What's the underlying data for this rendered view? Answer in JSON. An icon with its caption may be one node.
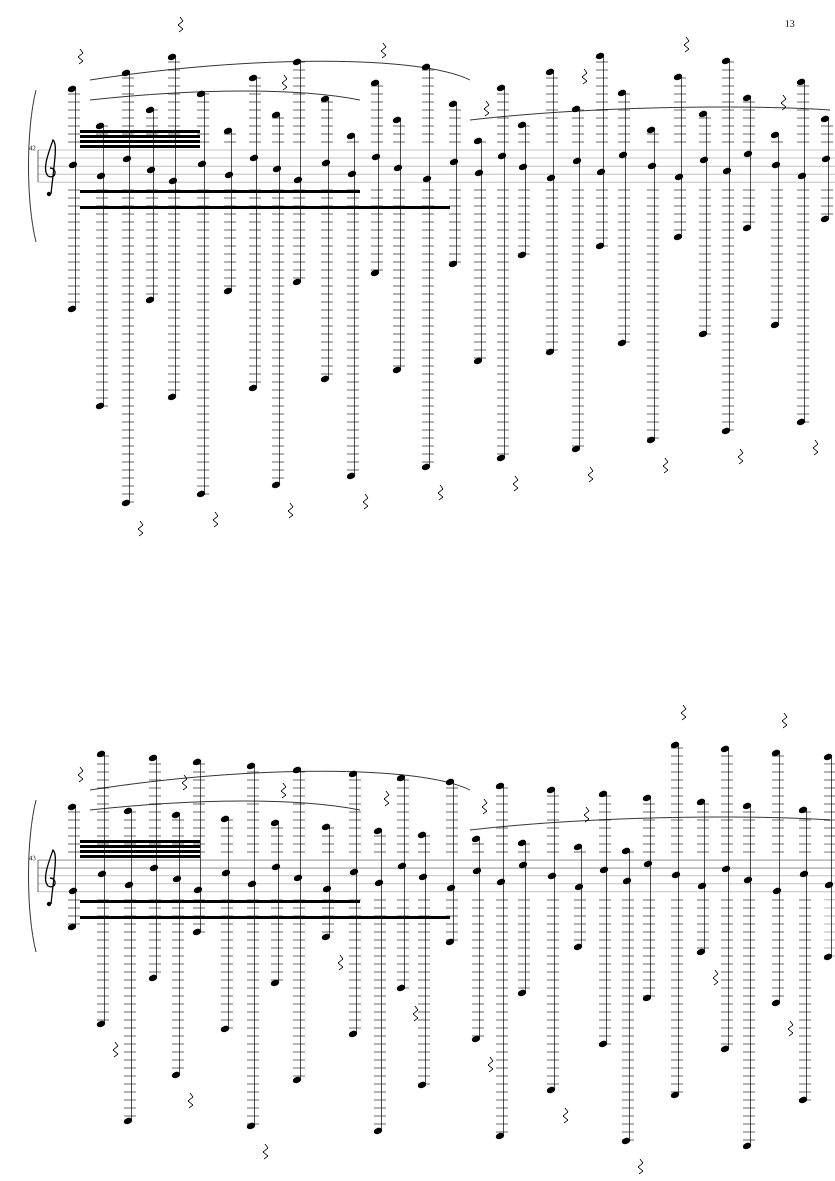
{
  "diagram": {
    "labels": [
      "13",
      "42",
      "43"
    ]
  }
}
